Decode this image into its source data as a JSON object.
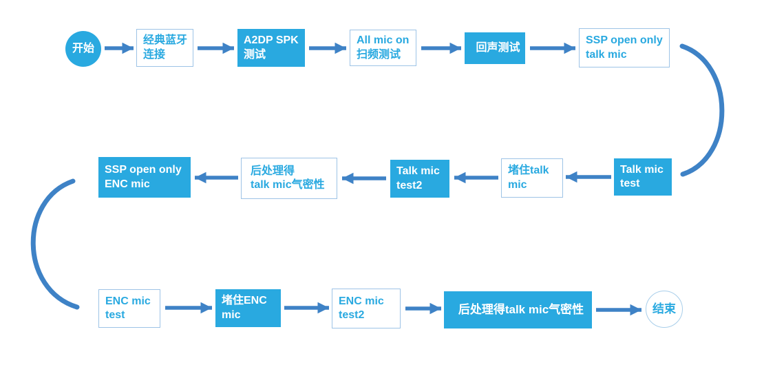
{
  "flowchart": {
    "description": "Bluetooth audio mic test flow diagram",
    "colors": {
      "node_fill": "#29A9E0",
      "node_fill_text": "#FFFFFF",
      "outline_border": "#9DC3E6",
      "outline_text": "#29A9E0",
      "arrow": "#3E82C6",
      "background": "#FFFFFF"
    },
    "nodes": [
      {
        "id": "start",
        "shape": "circle",
        "style": "filled",
        "label": "开始"
      },
      {
        "id": "classic-bt-connection",
        "shape": "rect",
        "style": "outline",
        "label": "经典蓝牙\n连接"
      },
      {
        "id": "a2dp-spk-test",
        "shape": "rect",
        "style": "filled",
        "label": "A2DP SPK\n测试"
      },
      {
        "id": "all-mic-on-sweep-test",
        "shape": "rect",
        "style": "outline",
        "label": "All mic on\n扫频测试"
      },
      {
        "id": "echo-test",
        "shape": "rect",
        "style": "filled",
        "label": "回声测试"
      },
      {
        "id": "ssp-open-only-talk-mic",
        "shape": "rect",
        "style": "outline",
        "label": "SSP open only\ntalk mic"
      },
      {
        "id": "talk-mic-test",
        "shape": "rect",
        "style": "filled",
        "label": "Talk mic\ntest"
      },
      {
        "id": "block-talk-mic",
        "shape": "rect",
        "style": "outline",
        "label": "堵住talk\nmic"
      },
      {
        "id": "talk-mic-test2",
        "shape": "rect",
        "style": "filled",
        "label": "Talk mic\ntest2"
      },
      {
        "id": "post-process-talk-mic-airtightness",
        "shape": "rect",
        "style": "outline",
        "label": "后处理得\ntalk mic气密性"
      },
      {
        "id": "ssp-open-only-enc-mic",
        "shape": "rect",
        "style": "filled",
        "label": "SSP open only\nENC mic"
      },
      {
        "id": "enc-mic-test",
        "shape": "rect",
        "style": "outline",
        "label": "ENC mic\ntest"
      },
      {
        "id": "block-enc-mic",
        "shape": "rect",
        "style": "filled",
        "label": "堵住ENC\nmic"
      },
      {
        "id": "enc-mic-test2",
        "shape": "rect",
        "style": "outline",
        "label": "ENC mic\ntest2"
      },
      {
        "id": "post-process-talk-mic-airtightness-2",
        "shape": "rect",
        "style": "filled",
        "label": "后处理得talk mic气密性"
      },
      {
        "id": "end",
        "shape": "circle",
        "style": "outline",
        "label": "结束"
      }
    ],
    "edges": [
      {
        "from": "start",
        "to": "classic-bt-connection"
      },
      {
        "from": "classic-bt-connection",
        "to": "a2dp-spk-test"
      },
      {
        "from": "a2dp-spk-test",
        "to": "all-mic-on-sweep-test"
      },
      {
        "from": "all-mic-on-sweep-test",
        "to": "echo-test"
      },
      {
        "from": "echo-test",
        "to": "ssp-open-only-talk-mic"
      },
      {
        "from": "ssp-open-only-talk-mic",
        "to": "talk-mic-test",
        "type": "curved"
      },
      {
        "from": "talk-mic-test",
        "to": "block-talk-mic"
      },
      {
        "from": "block-talk-mic",
        "to": "talk-mic-test2"
      },
      {
        "from": "talk-mic-test2",
        "to": "post-process-talk-mic-airtightness"
      },
      {
        "from": "post-process-talk-mic-airtightness",
        "to": "ssp-open-only-enc-mic"
      },
      {
        "from": "ssp-open-only-enc-mic",
        "to": "enc-mic-test",
        "type": "curved"
      },
      {
        "from": "enc-mic-test",
        "to": "block-enc-mic"
      },
      {
        "from": "block-enc-mic",
        "to": "enc-mic-test2"
      },
      {
        "from": "enc-mic-test2",
        "to": "post-process-talk-mic-airtightness-2"
      },
      {
        "from": "post-process-talk-mic-airtightness-2",
        "to": "end"
      }
    ]
  }
}
